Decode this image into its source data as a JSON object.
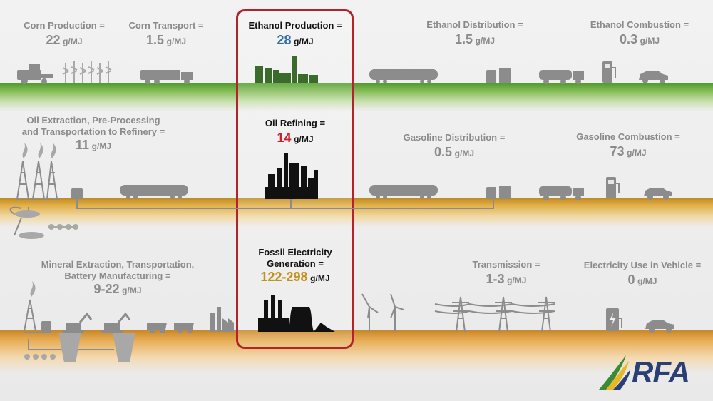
{
  "ethanol": {
    "corn_production": {
      "label": "Corn Production =",
      "value": "22",
      "unit": "g/MJ"
    },
    "corn_transport": {
      "label": "Corn Transport =",
      "value": "1.5",
      "unit": "g/MJ"
    },
    "ethanol_production": {
      "label": "Ethanol Production =",
      "value": "28",
      "unit": "g/MJ"
    },
    "ethanol_distribution": {
      "label": "Ethanol Distribution =",
      "value": "1.5",
      "unit": "g/MJ"
    },
    "ethanol_combustion": {
      "label": "Ethanol Combustion =",
      "value": "0.3",
      "unit": "g/MJ"
    }
  },
  "gasoline": {
    "oil_extraction": {
      "label_line1": "Oil Extraction, Pre-Processing",
      "label_line2": "and Transportation to Refinery =",
      "value": "11",
      "unit": "g/MJ"
    },
    "oil_refining": {
      "label": "Oil Refining =",
      "value": "14",
      "unit": "g/MJ"
    },
    "gasoline_distribution": {
      "label": "Gasoline Distribution =",
      "value": "0.5",
      "unit": "g/MJ"
    },
    "gasoline_combustion": {
      "label": "Gasoline Combustion =",
      "value": "73",
      "unit": "g/MJ"
    }
  },
  "electric": {
    "mineral_extraction": {
      "label_line1": "Mineral Extraction, Transportation,",
      "label_line2": "Battery Manufacturing =",
      "value": "9-22",
      "unit": "g/MJ"
    },
    "fossil_generation": {
      "label_line1": "Fossil Electricity",
      "label_line2": "Generation =",
      "value": "122-298",
      "unit": "g/MJ"
    },
    "transmission": {
      "label": "Transmission =",
      "value": "1-3",
      "unit": "g/MJ"
    },
    "electricity_use": {
      "label": "Electricity Use in Vehicle =",
      "value": "0",
      "unit": "g/MJ"
    }
  },
  "logo": {
    "text": "RFA"
  },
  "colors": {
    "highlight": "#b4232b",
    "ethanol_value": "#2f6ea8",
    "refining_value": "#c0272d",
    "electric_value": "#c29221",
    "green_band": "#4d9a2c",
    "oil_band": "#c08a1e",
    "elec_band": "#c88426"
  },
  "icons": [
    "combine-harvester-icon",
    "corn-stalks-icon",
    "grain-truck-icon",
    "ethanol-plant-icon",
    "tank-car-icon",
    "storage-tanks-icon",
    "tanker-truck-icon",
    "fuel-pump-icon",
    "car-icon",
    "oil-rig-icon",
    "refinery-icon",
    "power-plant-icon",
    "wind-turbine-icon",
    "transmission-tower-icon",
    "ev-charger-icon",
    "mining-excavator-icon",
    "dump-truck-icon",
    "factory-icon"
  ]
}
